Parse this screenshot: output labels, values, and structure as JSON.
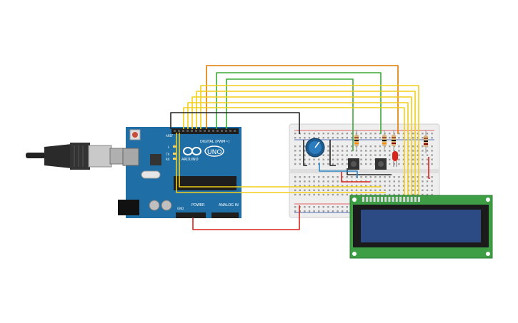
{
  "arduino": {
    "digital_label": "DIGITAL (PWM~)",
    "brand_label": "ARDUINO",
    "model_label": "UNO",
    "power_label": "POWER",
    "analog_label": "ANALOG IN",
    "aref_label": "AREF",
    "gnd_label": "GND",
    "l_label": "L",
    "tx_label": "TX",
    "rx_label": "RX",
    "colors": {
      "board": "#1f6fa6",
      "header": "#1e1e1e",
      "logo": "#ffffff"
    }
  },
  "wires": {
    "colors": {
      "orange": "#e07b00",
      "green": "#3aaa35",
      "yellow": "#f2cf1a",
      "black": "#222222",
      "red": "#d8251c",
      "blue": "#2a86c7"
    }
  },
  "components": {
    "breadboard": "breadboard",
    "lcd": "lcd-16x2",
    "potentiometer": "potentiometer",
    "led": "red-led",
    "buttons": [
      "pushbutton",
      "pushbutton"
    ],
    "resistors": 4
  }
}
